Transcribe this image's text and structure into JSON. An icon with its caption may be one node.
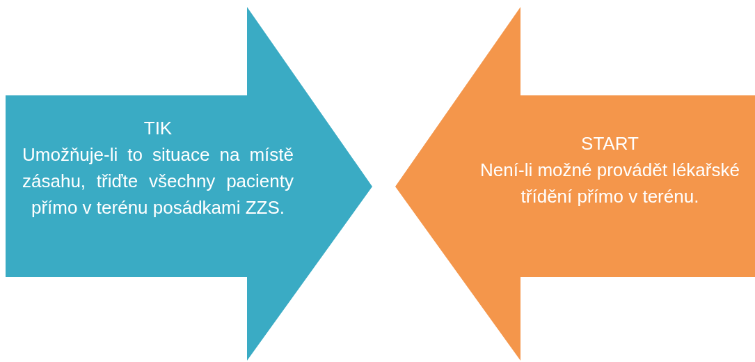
{
  "diagram": {
    "nodes": [
      {
        "text": [
          "TIK",
          "Umožňuje-li to situace na místě zásahu, třiďte všechny pacienty přímo v terénu posádkami ZZS."
        ]
      },
      {
        "text": [
          "START",
          "Není-li možné provádět lékařské třídění přímo v terénu."
        ]
      }
    ]
  }
}
